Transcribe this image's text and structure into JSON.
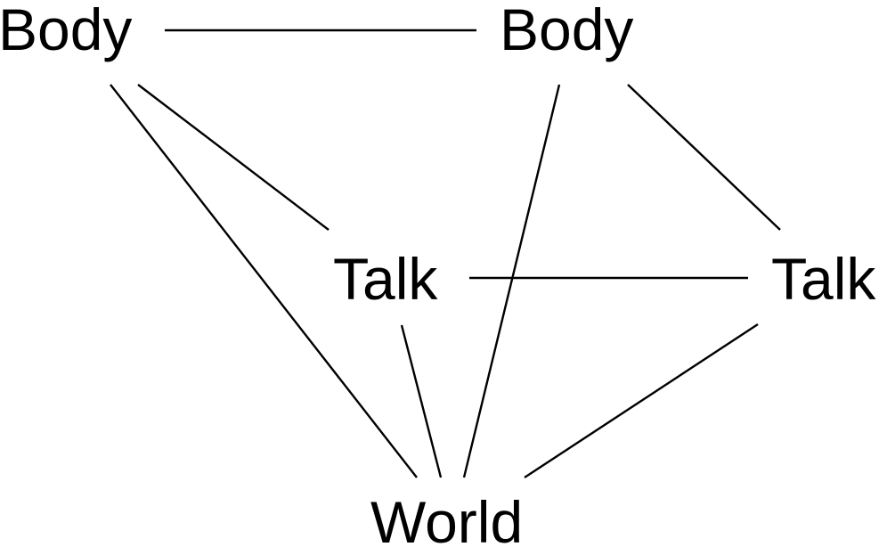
{
  "diagram": {
    "nodes": {
      "body_left": "Body",
      "body_right": "Body",
      "talk_mid": "Talk",
      "talk_right": "Talk",
      "world": "World"
    },
    "edges": [
      {
        "from": "body_left",
        "to": "body_right"
      },
      {
        "from": "body_left",
        "to": "talk_mid"
      },
      {
        "from": "body_left",
        "to": "world"
      },
      {
        "from": "body_right",
        "to": "talk_right"
      },
      {
        "from": "body_right",
        "to": "world"
      },
      {
        "from": "talk_mid",
        "to": "talk_right"
      },
      {
        "from": "talk_mid",
        "to": "world"
      },
      {
        "from": "talk_right",
        "to": "world"
      }
    ],
    "colors": {
      "ink": "#000000",
      "background": "#ffffff"
    }
  }
}
